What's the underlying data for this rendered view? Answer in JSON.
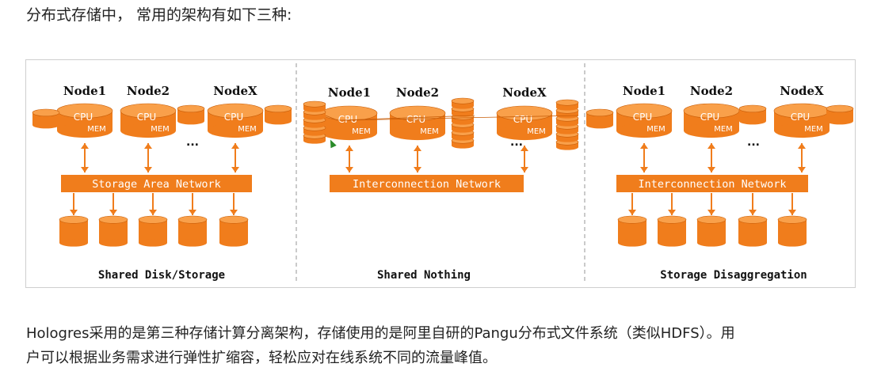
{
  "heading": "分布式存储中， 常用的架构有如下三种:",
  "diagram": {
    "accent_color": "#f07d1c",
    "panels": [
      {
        "caption": "Shared Disk/Storage",
        "nodes": [
          "Node1",
          "Node2",
          "NodeX"
        ],
        "network": "Storage Area Network"
      },
      {
        "caption": "Shared Nothing",
        "nodes": [
          "Node1",
          "Node2",
          "NodeX"
        ],
        "network": "Interconnection Network"
      },
      {
        "caption": "Storage Disaggregation",
        "nodes": [
          "Node1",
          "Node2",
          "NodeX"
        ],
        "network": "Interconnection Network"
      }
    ],
    "cpu_label": "CPU",
    "mem_label": "MEM",
    "ellipsis": "..."
  },
  "body": {
    "line1": "Hologres采用的是第三种存储计算分离架构，存储使用的是阿里自研的Pangu分布式文件系统（类似HDFS）。用",
    "line2": "户可以根据业务需求进行弹性扩缩容，轻松应对在线系统不同的流量峰值。"
  }
}
